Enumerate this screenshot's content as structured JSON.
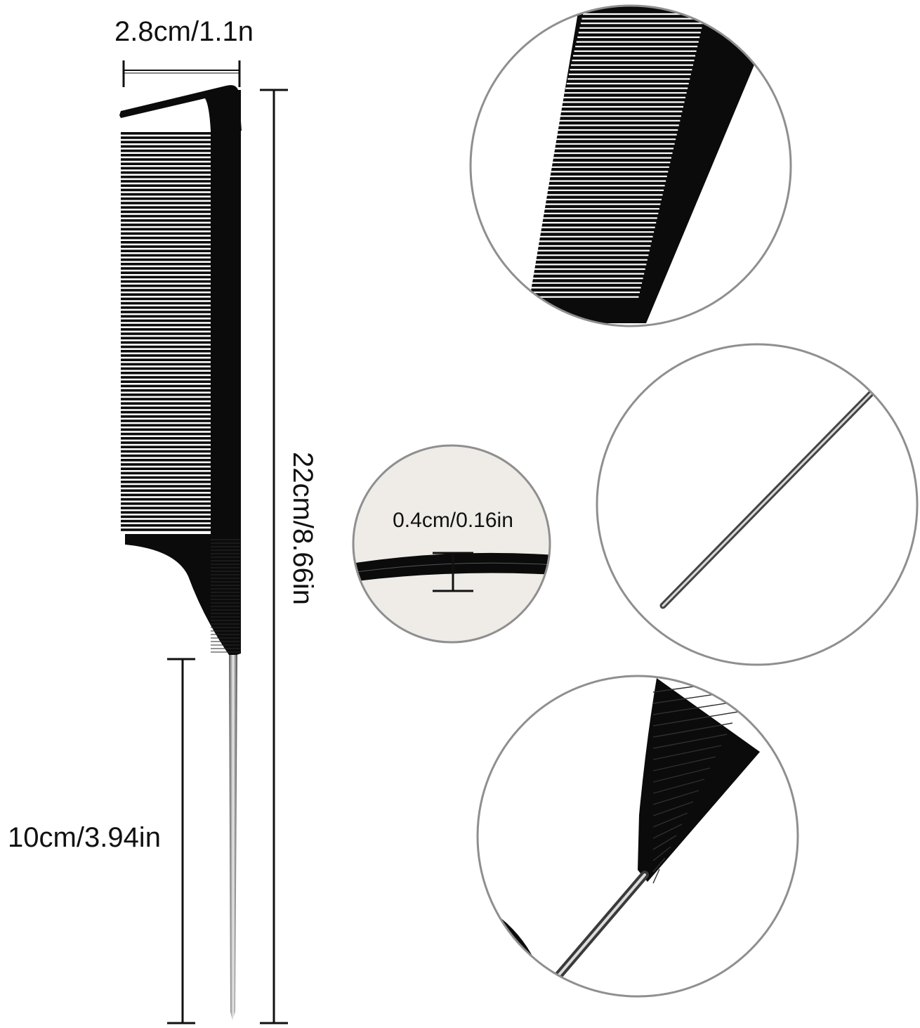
{
  "dimensions": {
    "width_label": "2.8cm/1.1n",
    "total_length_label": "22cm/8.66in",
    "pin_length_label": "10cm/3.94in",
    "thickness_label": "0.4cm/0.16in"
  },
  "colors": {
    "comb": "#0b0b0b",
    "pin": "#9a9a9a",
    "circle_border": "#8f8f8f",
    "dimension_line": "#111111",
    "thickness_circle_fill": "#efece8"
  },
  "detail_views": [
    {
      "name": "teeth-closeup"
    },
    {
      "name": "pin-tip-closeup"
    },
    {
      "name": "tail-to-pin-closeup"
    },
    {
      "name": "thickness-closeup"
    }
  ]
}
